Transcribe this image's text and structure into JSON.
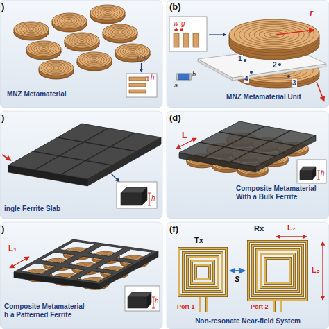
{
  "diagram": {
    "nodes": [
      {
        "text": [
          ")",
          "MNZ Metamaterial"
        ]
      },
      {
        "text": [
          "(b)",
          "MNZ Metamaterial Unit"
        ]
      },
      {
        "text": [
          ")",
          "ingle Ferrite Slab"
        ]
      },
      {
        "text": [
          "(d)",
          "Composite Metamaterial With a Bulk Ferrite"
        ]
      },
      {
        "text": [
          ")",
          "Composite Metamaterial h a Patterned Ferrite"
        ]
      },
      {
        "text": [
          "(f)",
          "Non-resonate Near-field System"
        ]
      }
    ],
    "labels": [
      "h",
      "r",
      "w",
      "g",
      "1",
      "2",
      "4",
      "3",
      "a",
      "b",
      "h",
      "L",
      "h",
      "L₁",
      "h",
      "Tx",
      "Rx",
      "L₂",
      "L₃",
      "S",
      "Port 1",
      "Port 2"
    ]
  }
}
